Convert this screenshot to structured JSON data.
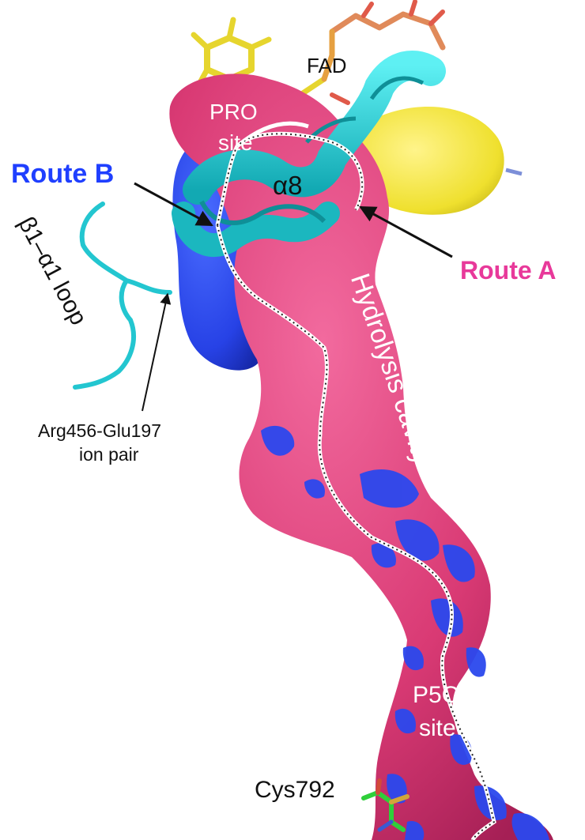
{
  "labels": {
    "route_b": "Route B",
    "route_a": "Route A",
    "fad": "FAD",
    "pro_site_line1": "PRO",
    "pro_site_line2": "site",
    "alpha8": "α8",
    "beta_loop": "β1–α1 loop",
    "ion_pair_line1": "Arg456-Glu197",
    "ion_pair_line2": "ion pair",
    "hydrolysis": "Hydrolysis cavity",
    "p5c_line1": "P5C",
    "p5c_line2": "site",
    "cys": "Cys792"
  },
  "colors": {
    "route_b": "#1f3fff",
    "route_a": "#e8399a",
    "pink_cavity": "#dd3f7a",
    "blue_cavity": "#2d4ef0",
    "helix": "#23cfd6",
    "fad_yellow": "#f0e53a"
  }
}
